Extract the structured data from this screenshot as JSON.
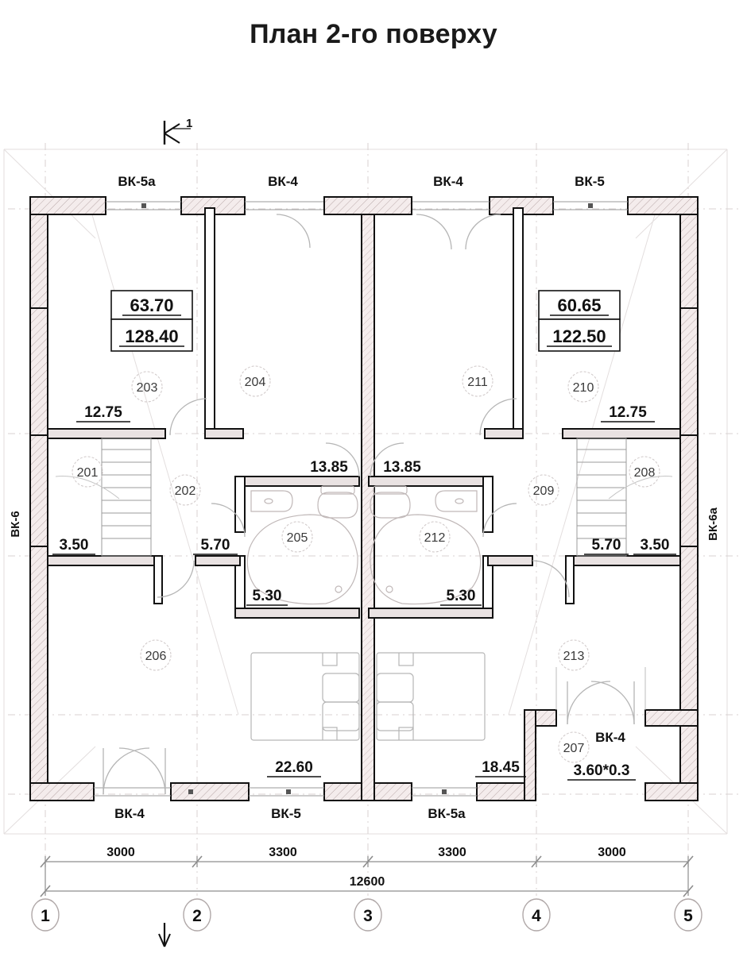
{
  "title": "План 2-го поверху",
  "section_marker": {
    "label": "1"
  },
  "side_labels": {
    "left": "ВК-6",
    "right": "ВК-6а"
  },
  "window_labels": {
    "top": [
      "ВК-5а",
      "ВК-4",
      "ВК-4",
      "ВК-5"
    ],
    "bottom": [
      "ВК-4",
      "ВК-5",
      "ВК-5а"
    ],
    "balcony": "ВК-4"
  },
  "area_boxes": [
    {
      "upper": "63.70",
      "lower": "128.40"
    },
    {
      "upper": "60.65",
      "lower": "122.50"
    }
  ],
  "areas": [
    {
      "id": "a-12-75-left",
      "value": "12.75"
    },
    {
      "id": "a-13-85-left",
      "value": "13.85"
    },
    {
      "id": "a-13-85-right",
      "value": "13.85"
    },
    {
      "id": "a-12-75-right",
      "value": "12.75"
    },
    {
      "id": "a-3-50-left",
      "value": "3.50"
    },
    {
      "id": "a-5-70-left",
      "value": "5.70"
    },
    {
      "id": "a-5-30-left",
      "value": "5.30"
    },
    {
      "id": "a-5-30-right",
      "value": "5.30"
    },
    {
      "id": "a-5-70-right",
      "value": "5.70"
    },
    {
      "id": "a-3-50-right",
      "value": "3.50"
    },
    {
      "id": "a-22-60",
      "value": "22.60"
    },
    {
      "id": "a-18-45",
      "value": "18.45"
    },
    {
      "id": "a-balcony",
      "value": "3.60*0.3"
    }
  ],
  "rooms": [
    {
      "num": "201"
    },
    {
      "num": "202"
    },
    {
      "num": "203"
    },
    {
      "num": "204"
    },
    {
      "num": "205"
    },
    {
      "num": "206"
    },
    {
      "num": "207"
    },
    {
      "num": "208"
    },
    {
      "num": "209"
    },
    {
      "num": "210"
    },
    {
      "num": "211"
    },
    {
      "num": "212"
    },
    {
      "num": "213"
    }
  ],
  "dimensions": {
    "spans": [
      "3000",
      "3300",
      "3300",
      "3000"
    ],
    "total": "12600"
  },
  "grid_bubbles": [
    "1",
    "2",
    "3",
    "4",
    "5"
  ],
  "colors": {
    "ink": "#111111",
    "wall_fill": "#f2e9e9",
    "light_line": "#cfcfcf",
    "faint": "#e6e0e0"
  }
}
